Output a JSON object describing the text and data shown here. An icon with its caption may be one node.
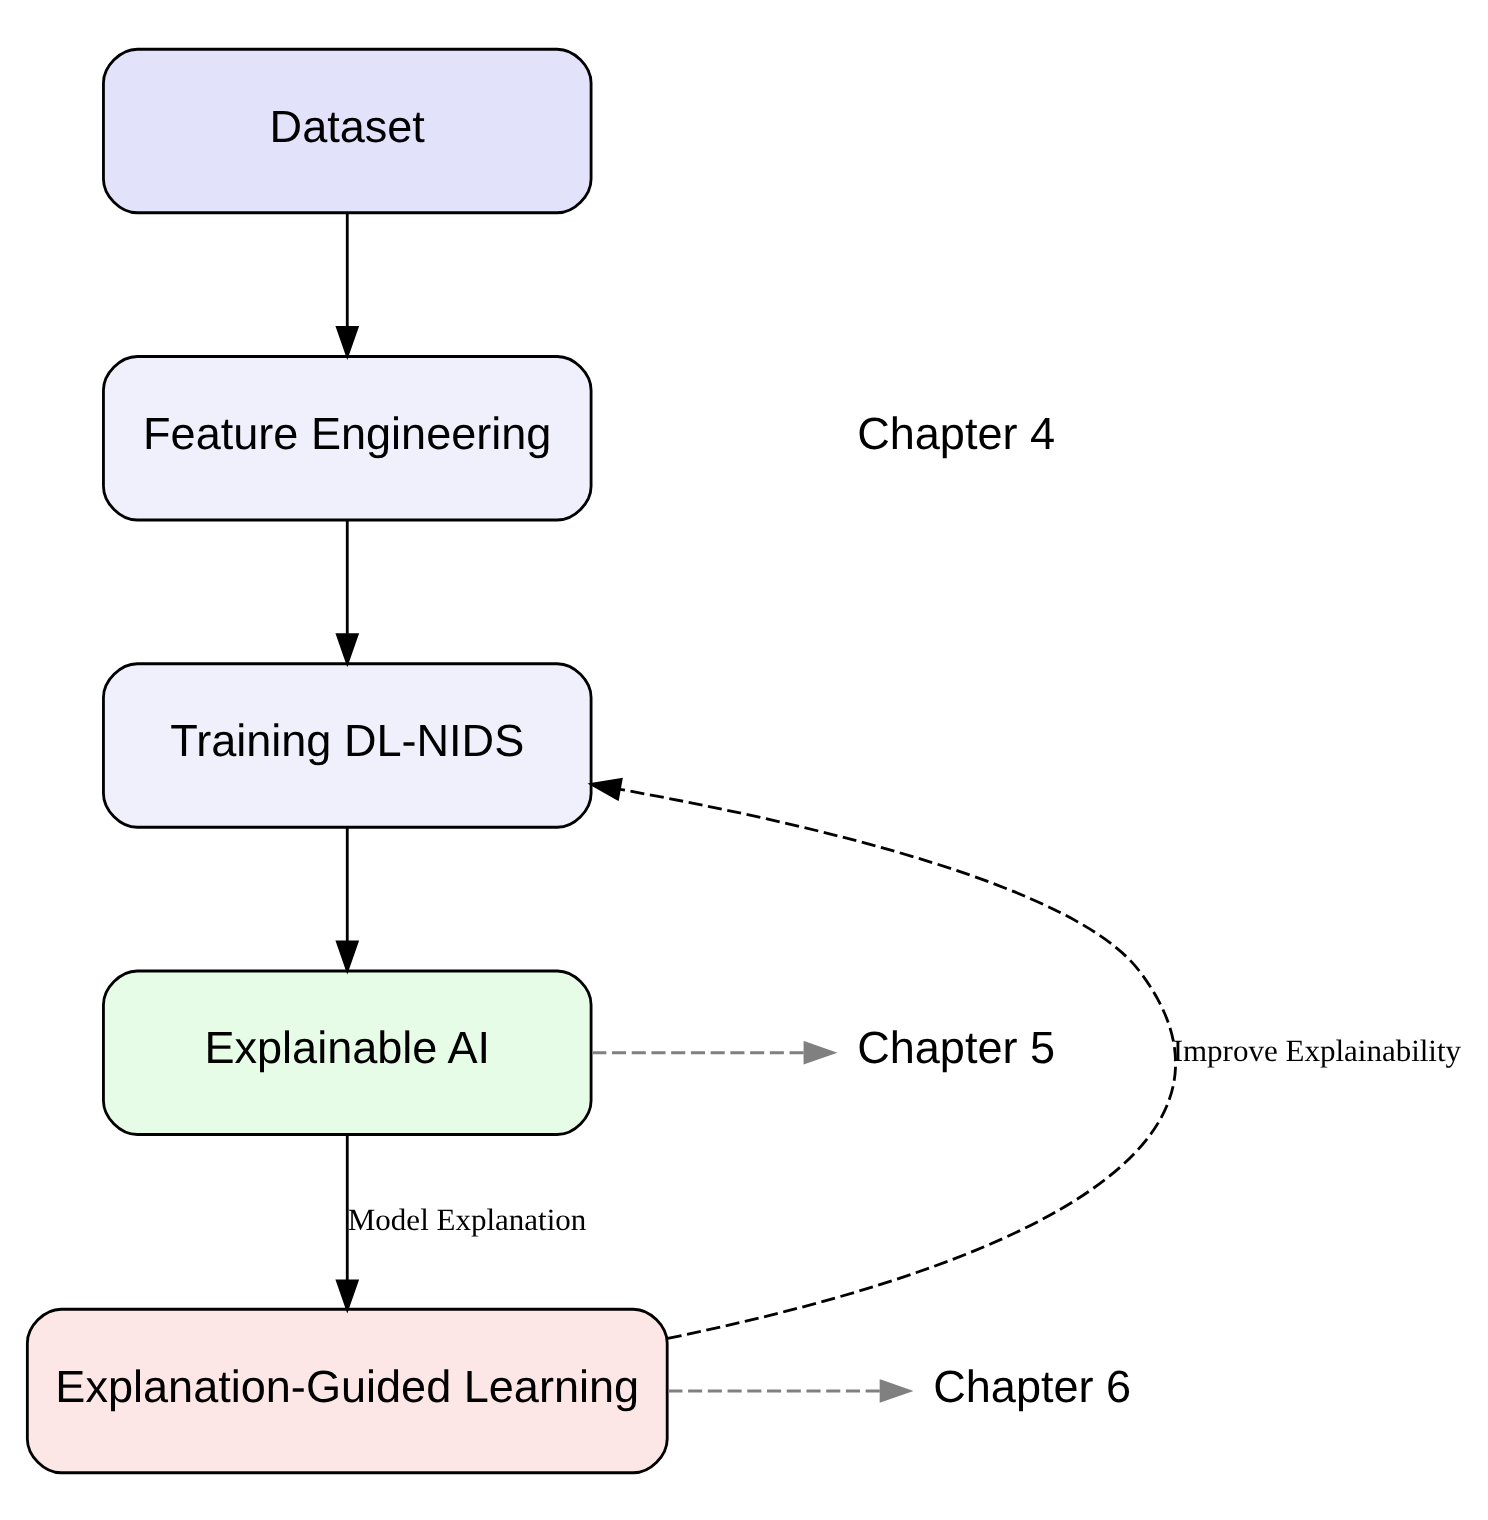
{
  "diagram": {
    "nodes": [
      {
        "text": [
          "Dataset"
        ]
      },
      {
        "text": [
          "Feature Engineering"
        ]
      },
      {
        "text": [
          "Training DL-NIDS"
        ]
      },
      {
        "text": [
          "Explainable AI"
        ]
      },
      {
        "text": [
          "Explanation-Guided Learning"
        ]
      },
      {
        "text": [
          "Chapter 5"
        ]
      },
      {
        "text": [
          "Chapter 6"
        ]
      }
    ],
    "edges": [
      {
        "from": 0,
        "to": 1,
        "arrow": "to"
      },
      {
        "from": 1,
        "to": 2,
        "arrow": "to"
      },
      {
        "from": 2,
        "to": 3,
        "arrow": "to"
      },
      {
        "from": 3,
        "to": 4,
        "arrow": "to",
        "label": "Model Explanation"
      },
      {
        "from": 4,
        "to": 2,
        "arrow": "to",
        "label": "Improve Explainability",
        "style": "dashed"
      },
      {
        "from": 3,
        "to": 5,
        "arrow": "to",
        "style": "dashed",
        "color": "#808080"
      },
      {
        "from": 4,
        "to": 6,
        "arrow": "to",
        "style": "dashed",
        "color": "#808080"
      }
    ],
    "labels": [
      "Chapter 4"
    ]
  }
}
